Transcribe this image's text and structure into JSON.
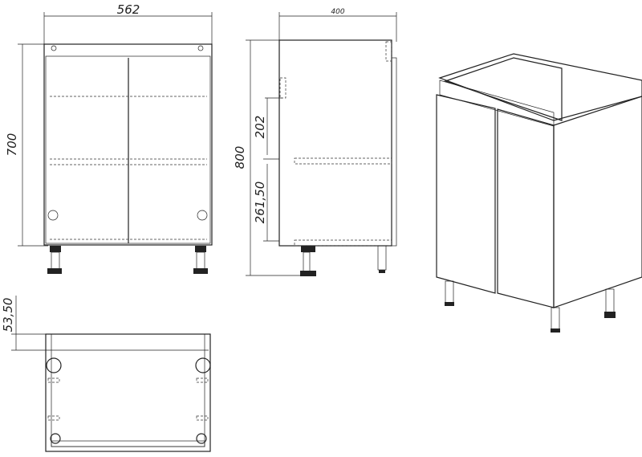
{
  "dimensions": {
    "front_width": "562",
    "front_height": "700",
    "side_depth": "400",
    "side_height": "800",
    "shelf_upper_gap": "202",
    "shelf_lower_gap": "261,50",
    "top_rail_depth": "53,50"
  }
}
